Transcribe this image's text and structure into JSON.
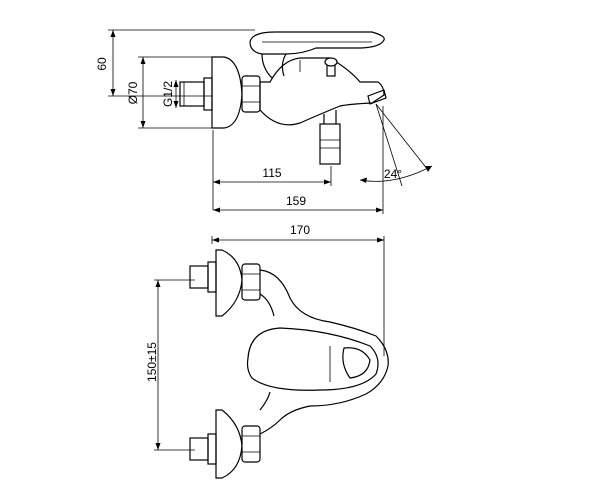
{
  "dimensions": {
    "height_60": "60",
    "diameter_70": "Ø70",
    "thread_g12": "G1/2",
    "depth_115": "115",
    "depth_159": "159",
    "angle_24": "24°",
    "width_170": "170",
    "centers_150": "150±15"
  },
  "colors": {
    "line": "#000000",
    "background": "#ffffff"
  }
}
